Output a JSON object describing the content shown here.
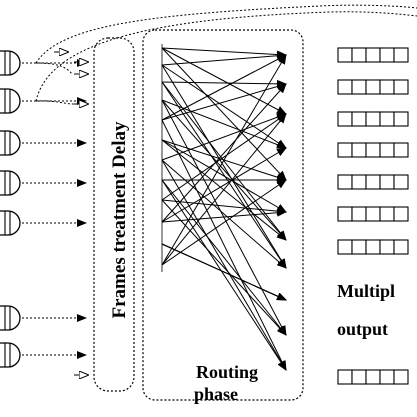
{
  "labels": {
    "frames_delay": "Frames treatment Delay",
    "routing_line1": "Routing",
    "routing_line2": "phase",
    "multiplexed_line1": "Multipl",
    "multiplexed_line2": "output"
  },
  "diagram": {
    "input_count": 7,
    "output_queue_count": 8,
    "queue_cells": 5,
    "feedback_lines": 2
  },
  "colors": {
    "stroke": "#000000",
    "background": "#ffffff"
  }
}
